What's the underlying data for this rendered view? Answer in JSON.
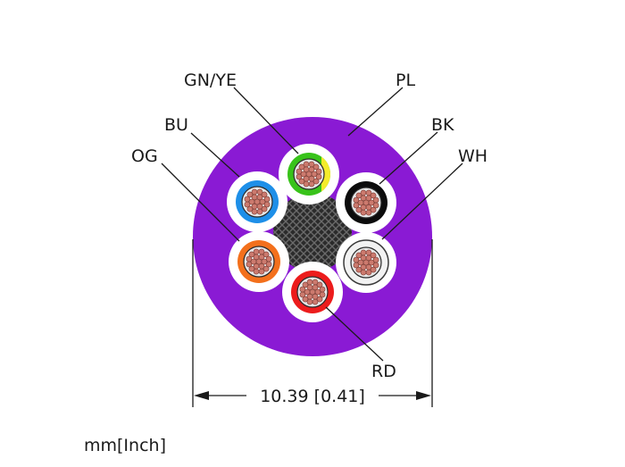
{
  "labels": {
    "gnye": "GN/YE",
    "pl": "PL",
    "bu": "BU",
    "bk": "BK",
    "og": "OG",
    "wh": "WH",
    "rd": "RD"
  },
  "dimension": "10.39 [0.41]",
  "units": "mm[Inch]",
  "colors": {
    "jacket": "#8a1ad4",
    "green": "#38c31a",
    "yellow": "#f4ec2c",
    "blue": "#1e8fe8",
    "black": "#0c0c0c",
    "orange": "#f3701c",
    "white": "#f2f2f2",
    "red": "#ec1c1c",
    "copper": "#cc7a6e",
    "filler": "#2b2b2b"
  }
}
